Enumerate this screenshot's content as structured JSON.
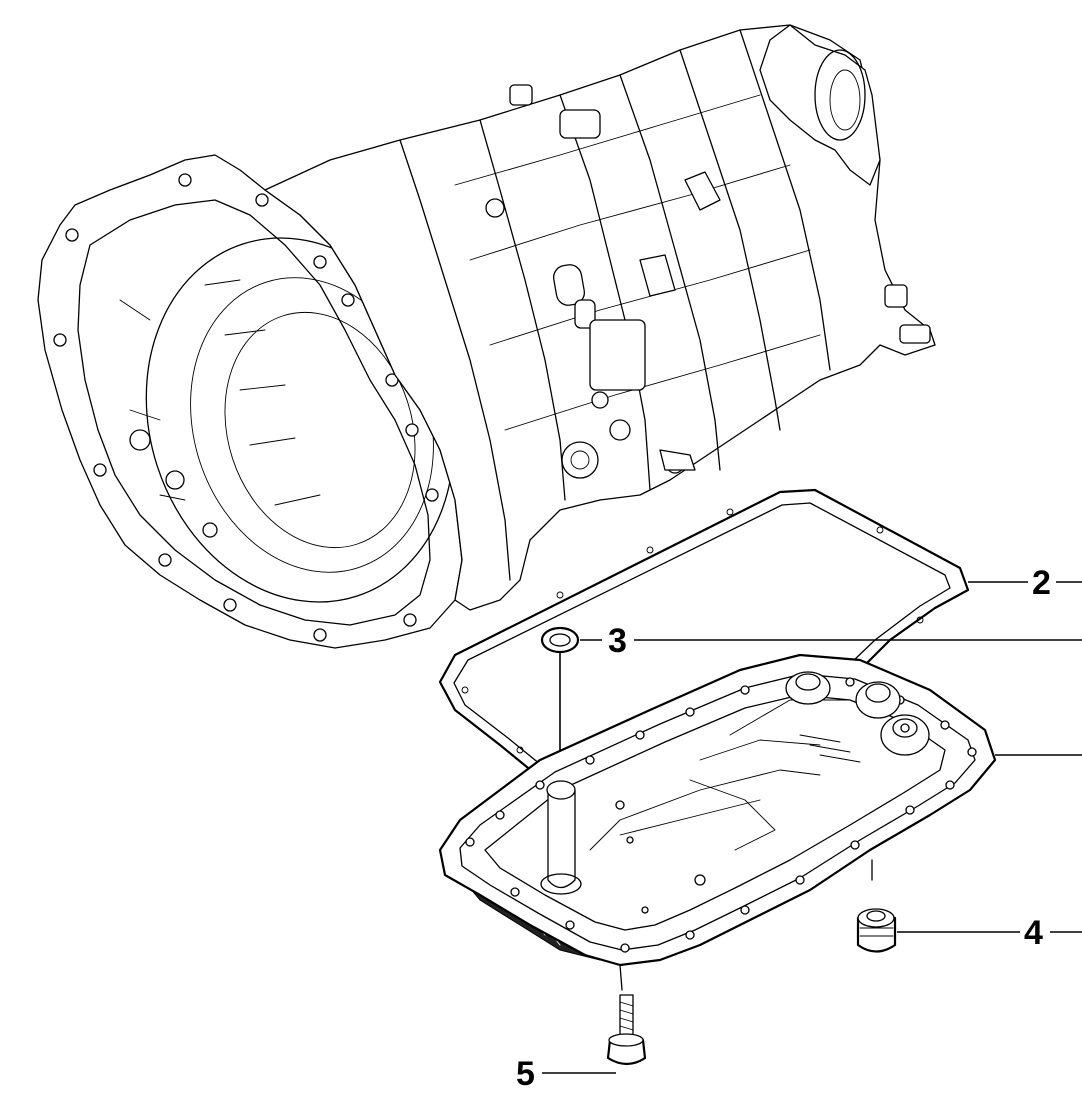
{
  "diagram": {
    "callouts": [
      {
        "id": "2",
        "label": "2"
      },
      {
        "id": "3",
        "label": "3"
      },
      {
        "id": "4",
        "label": "4"
      },
      {
        "id": "5",
        "label": "5"
      }
    ]
  },
  "colors": {
    "line": "#000000",
    "background": "#ffffff"
  }
}
